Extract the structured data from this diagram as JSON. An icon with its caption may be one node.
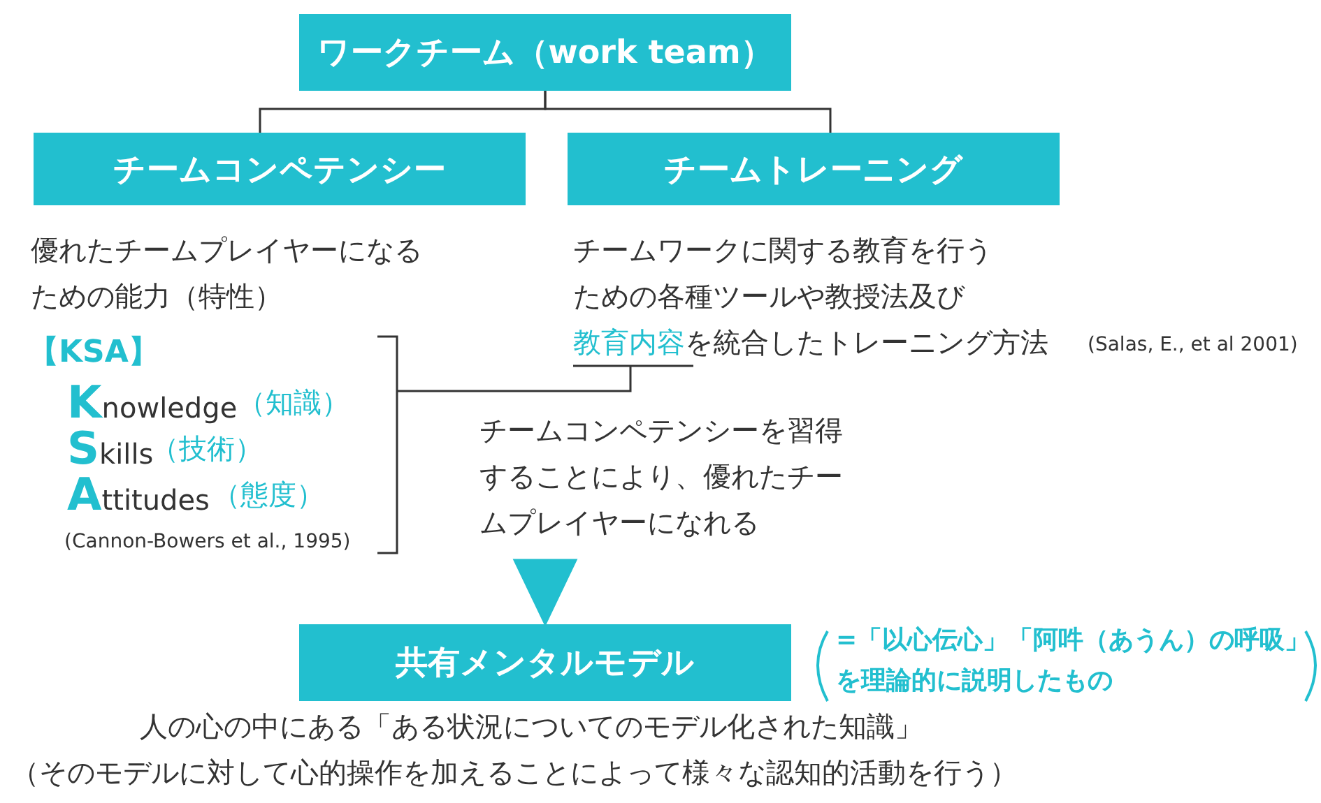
{
  "diagram": {
    "nodes": [
      {
        "text": [
          "ワークチーム（work team）"
        ]
      },
      {
        "text": [
          "チームコンペテンシー"
        ]
      },
      {
        "text": [
          "チームトレーニング"
        ]
      },
      {
        "text": [
          "共有メンタルモデル"
        ],
        "beside": [
          "=「以心伝心」「阿吽（あうん）の呼吸」を理論的に説明したもの",
          "人の心の中にある「ある状況についてのモデル化された知識」",
          "（そのモデルに対して心的操作を加えることによって様々な認知的活動を行う）"
        ]
      },
      {
        "text": [
          "チームコンペテンシーを習得することにより、優れたチームプレイヤーになれる"
        ]
      }
    ],
    "edges": [
      {
        "from": 0,
        "to": 1,
        "arrow": "none"
      },
      {
        "from": 0,
        "to": 2,
        "arrow": "none"
      },
      {
        "from": 4,
        "to": 3,
        "arrow": "to",
        "color": "#22bfcf"
      }
    ],
    "labels": [
      "優れたチームプレイヤーになるための能力（特性）",
      "チームワークに関する教育を行うための各種ツールや教授法及び",
      "教育内容",
      "を統合したトレーニング方法",
      "(Salas, E., et al 2001)",
      "【KSA】",
      "Knowledge",
      "（知識）",
      "Skills",
      "（技術）",
      "Attitudes",
      "（態度）",
      "(Cannon-Bowers et al., 1995)"
    ]
  }
}
